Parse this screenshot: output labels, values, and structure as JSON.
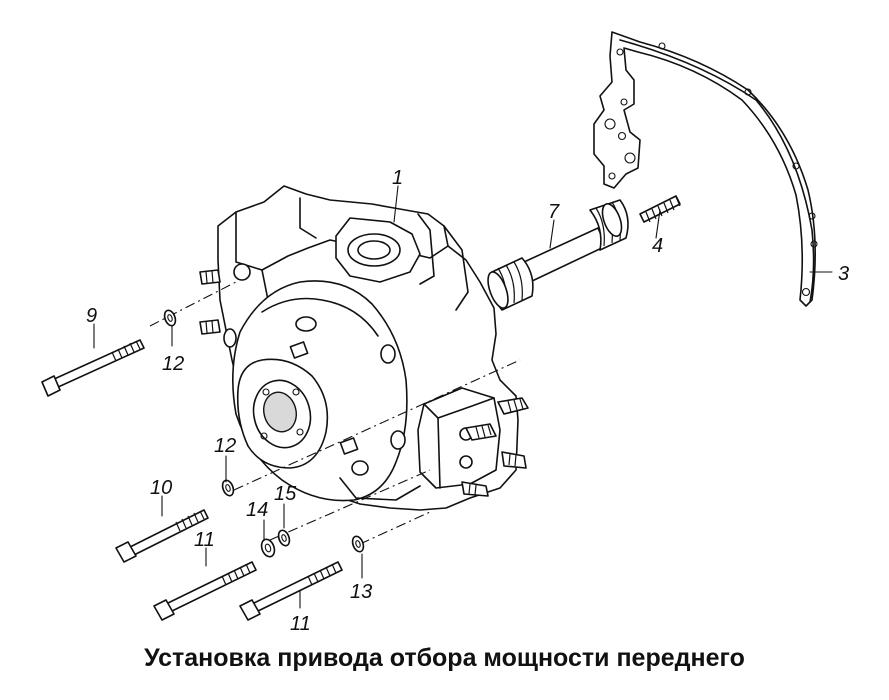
{
  "caption": "Установка привода отбора мощности переднего",
  "callouts": {
    "c1": "1",
    "c3": "3",
    "c4": "4",
    "c7": "7",
    "c9": "9",
    "c10": "10",
    "c11a": "11",
    "c11b": "11",
    "c12a": "12",
    "c12b": "12",
    "c13": "13",
    "c14": "14",
    "c15": "15"
  }
}
